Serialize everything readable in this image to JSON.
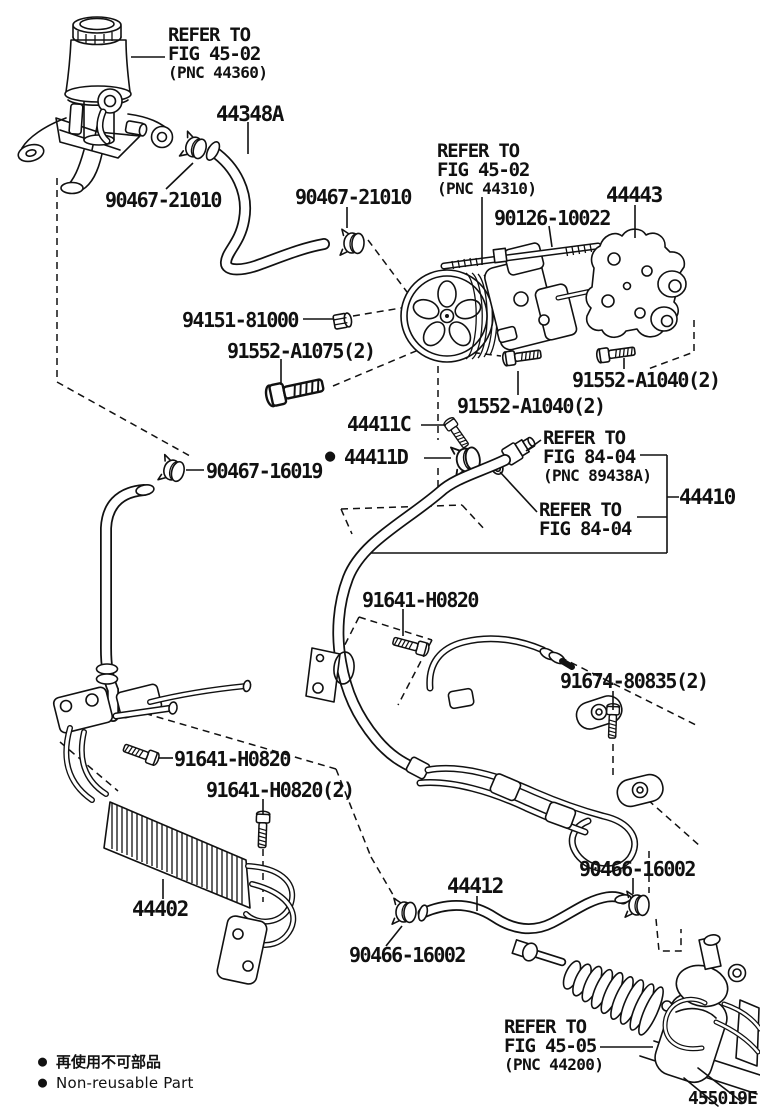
{
  "diagram": {
    "figure_code": "455019E",
    "bullet": "●",
    "legend": {
      "jp": "再使用不可部品",
      "en": "Non-reusable Part"
    },
    "colors": {
      "line": "#111111",
      "background": "#ffffff"
    },
    "labels": {
      "ref_reservoir": {
        "l1": "REFER TO",
        "l2": "FIG 45-02",
        "l3": "(PNC 44360)"
      },
      "hose_44348a": "44348A",
      "clamp_90467_21010_a": "90467-21010",
      "clamp_90467_21010_b": "90467-21010",
      "ref_pump": {
        "l1": "REFER TO",
        "l2": "FIG 45-02",
        "l3": "(PNC 44310)"
      },
      "stud_90126_10022": "90126-10022",
      "bracket_44443": "44443",
      "nut_94151_81000": "94151-81000",
      "bolt_91552_a1075": "91552-A1075(2)",
      "bolt_91552_a1040_right": "91552-A1040(2)",
      "bolt_91552_a1040_center": "91552-A1040(2)",
      "screw_44411c": "44411C",
      "clamp_44411d": "44411D",
      "ref_union": {
        "l1": "REFER TO",
        "l2": "FIG 84-04",
        "l3": "(PNC 89438A)"
      },
      "clamp_90467_16019": "90467-16019",
      "ref_oring": {
        "l1": "REFER TO",
        "l2": "FIG 84-04"
      },
      "tube_assy_44410": "44410",
      "bolt_91641_h0820_mid": "91641-H0820",
      "bolt_91674_80835": "91674-80835(2)",
      "bolt_91641_h0820_left": "91641-H0820",
      "bolt_91641_h0820_pair": "91641-H0820(2)",
      "cooler_44402": "44402",
      "hose_44412": "44412",
      "clamp_90466_16002_right": "90466-16002",
      "clamp_90466_16002_left": "90466-16002",
      "ref_rack": {
        "l1": "REFER TO",
        "l2": "FIG 45-05",
        "l3": "(PNC 44200)"
      }
    }
  }
}
